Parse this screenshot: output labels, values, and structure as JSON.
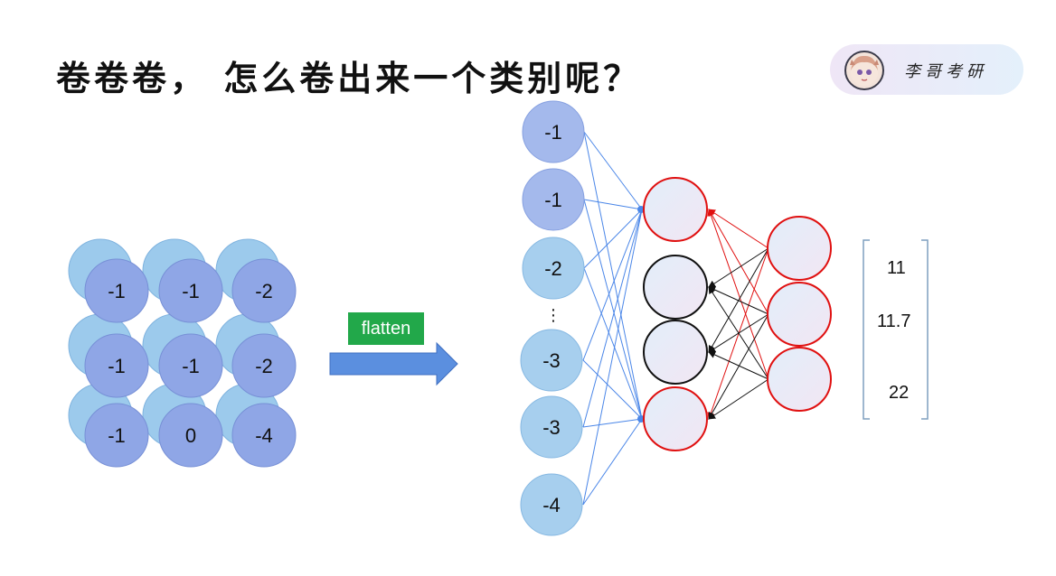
{
  "title": "卷卷卷，  怎么卷出来一个类别呢？",
  "brand": {
    "name": "李哥考研",
    "avatar_icon": "cartoon-girl-avatar-icon"
  },
  "feature_map": {
    "rows": [
      [
        "-1",
        "-1",
        "-2"
      ],
      [
        "-1",
        "-1",
        "-2"
      ],
      [
        "-1",
        "0",
        "-4"
      ]
    ]
  },
  "flatten_label": "flatten",
  "input_nodes": [
    "-1",
    "-1",
    "-2",
    "-3",
    "-3",
    "-4"
  ],
  "ellipsis": "⋮",
  "output_values": [
    "11",
    "11.7",
    "22"
  ],
  "colors": {
    "front_circle": "#8fa6e6",
    "back_circle": "#9ccaec",
    "input_node": "#a7cfee",
    "blue_line": "#4a86e8",
    "red": "#e01010",
    "black": "#111111",
    "arrow": "#5b8fdf",
    "flatten_bg": "#22a84a"
  }
}
